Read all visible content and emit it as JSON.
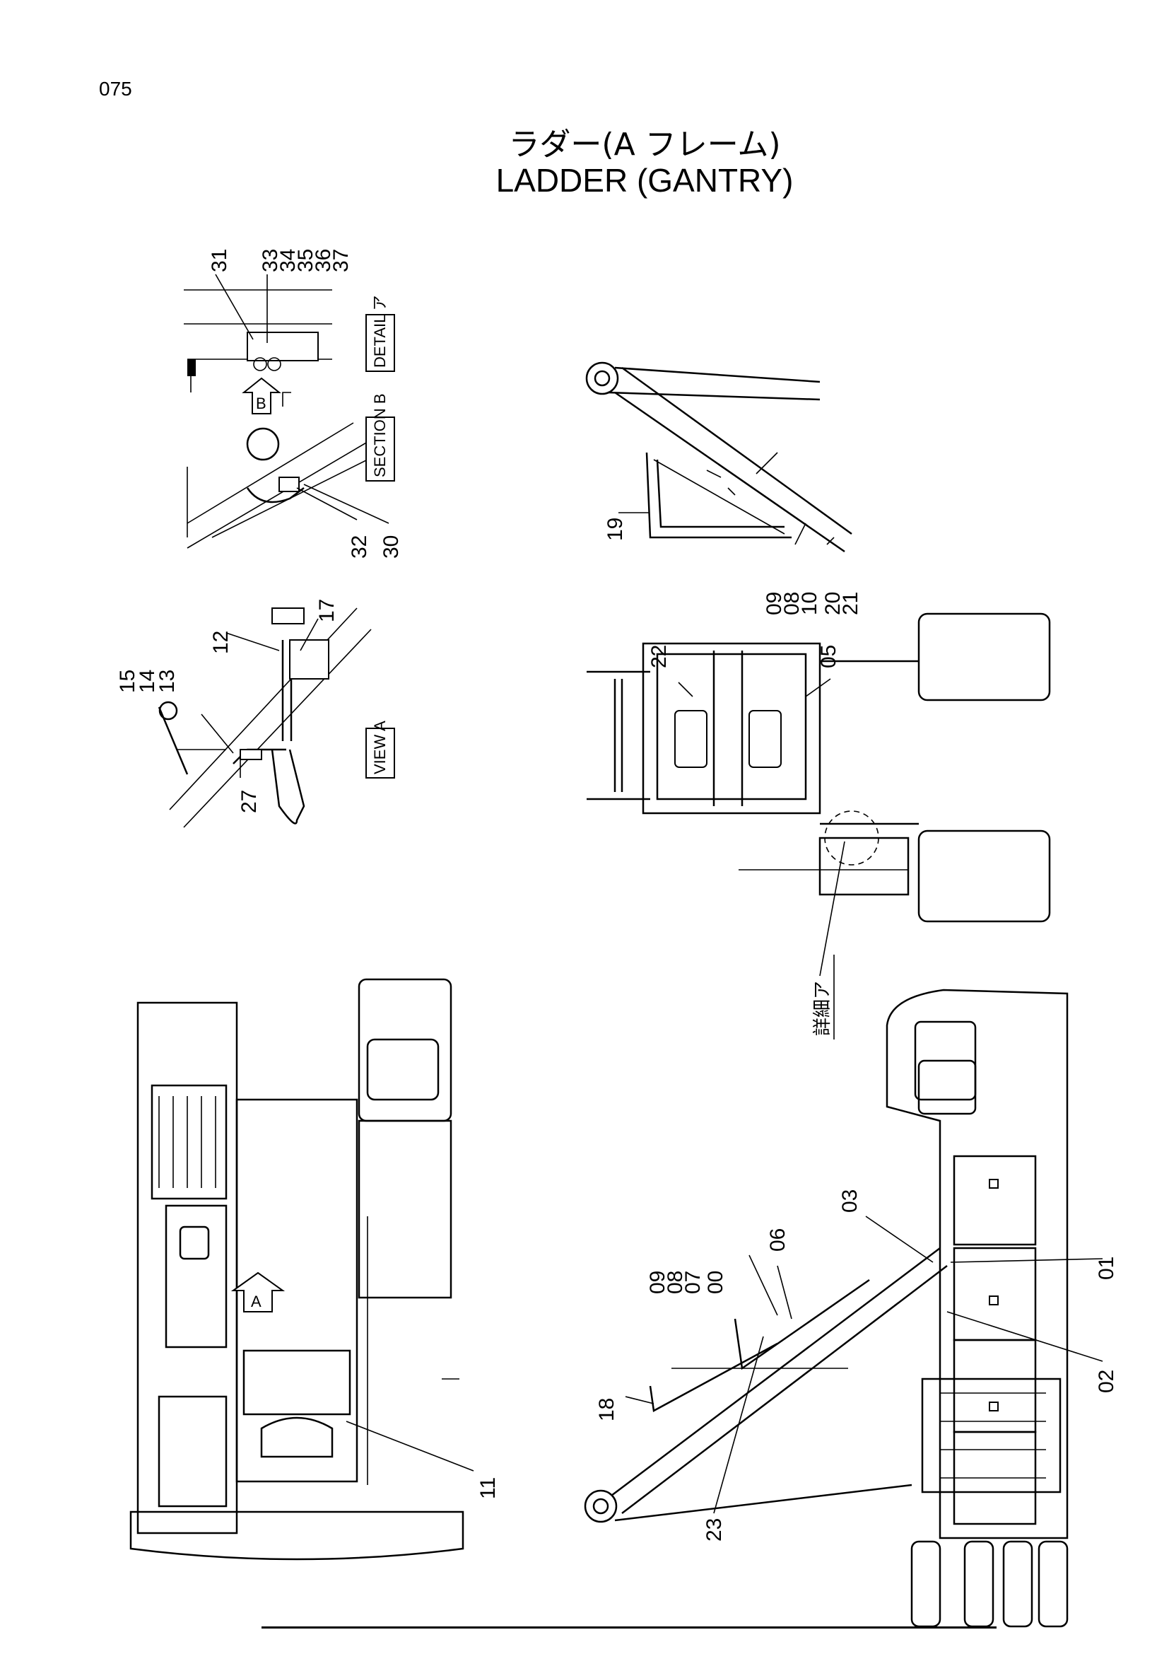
{
  "page_number": "075",
  "title_jp": "ラダー(A フレーム)",
  "title_en": "LADDER (GANTRY)",
  "views": {
    "detail_label": "DETAIL ア",
    "section_label": "SECTION B",
    "view_label": "VIEW A",
    "detail_callout": "詳細ア"
  },
  "part_labels": {
    "p31": "31",
    "p33": "33",
    "p34": "34",
    "p35": "35",
    "p36": "36",
    "p37": "37",
    "p32": "32",
    "p30": "30",
    "p19": "19",
    "p09a": "09",
    "p08a": "08",
    "p10": "10",
    "p20": "20",
    "p21": "21",
    "p15": "15",
    "p14": "14",
    "p13": "13",
    "p12": "12",
    "p17": "17",
    "p27": "27",
    "p22": "22",
    "p05": "05",
    "p11": "11",
    "p09b": "09",
    "p08b": "08",
    "p07": "07",
    "p00": "00",
    "p06": "06",
    "p03": "03",
    "p01": "01",
    "p02": "02",
    "p18": "18",
    "p23": "23"
  }
}
